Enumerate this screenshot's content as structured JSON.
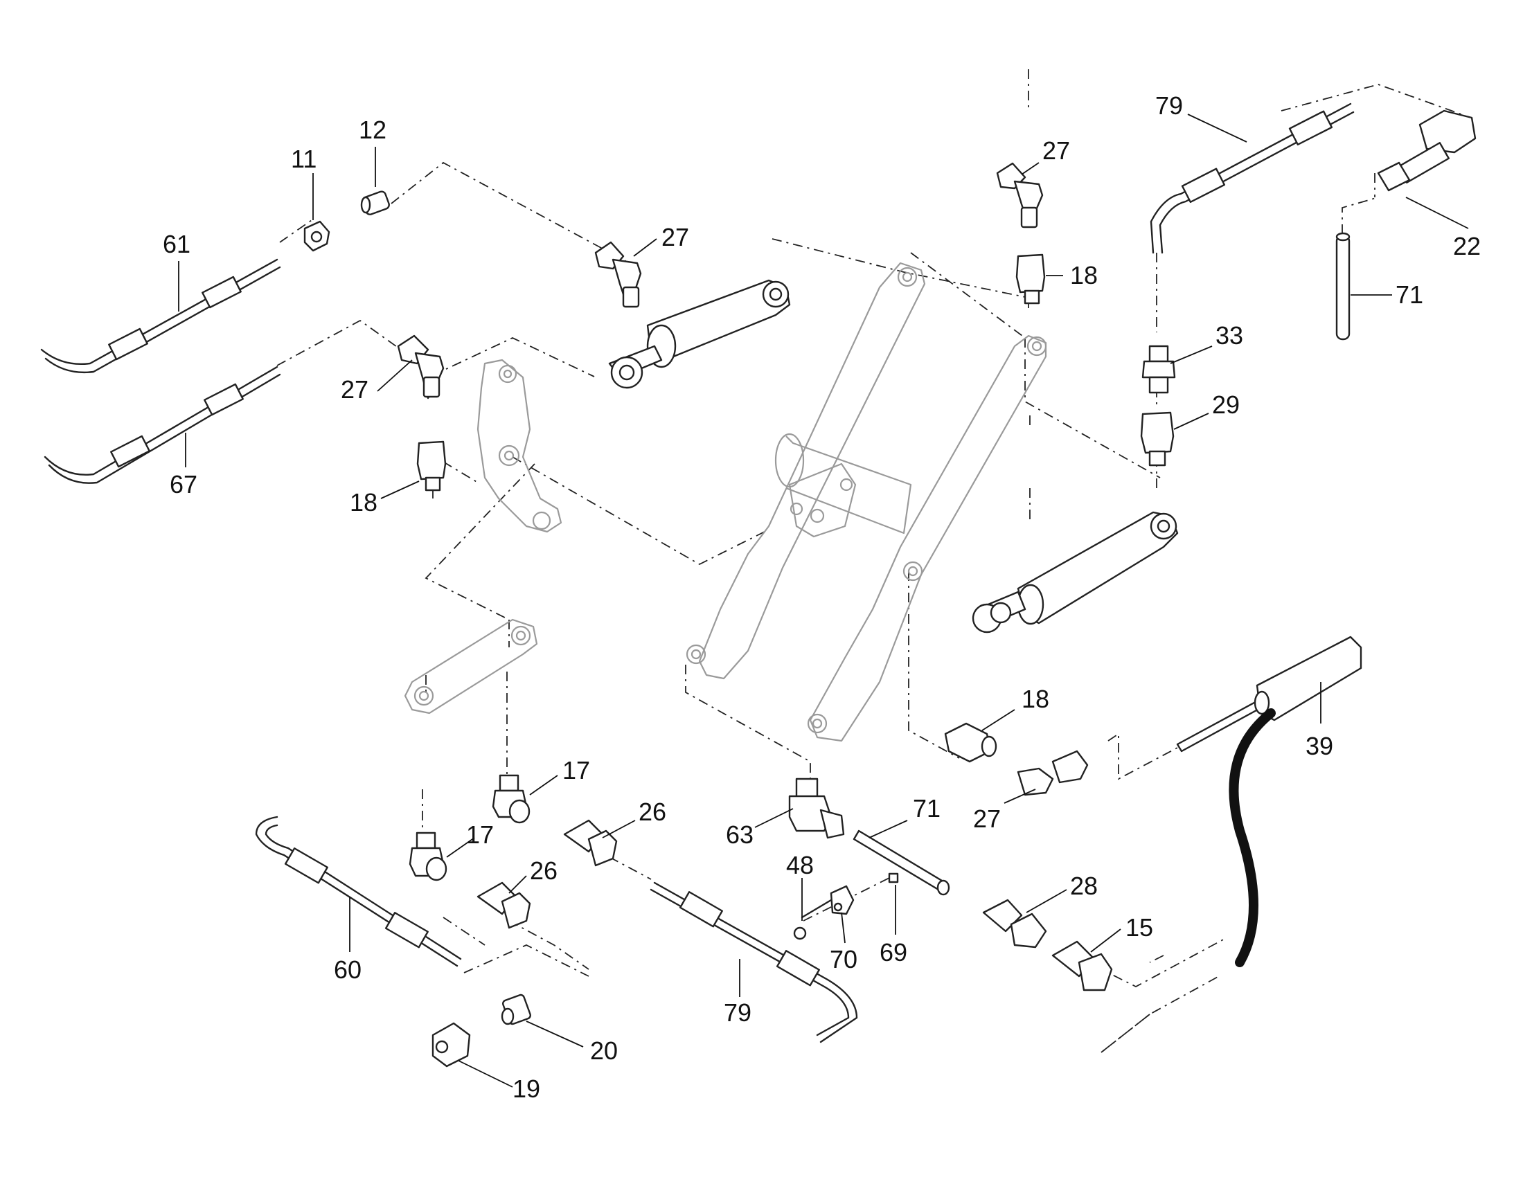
{
  "callouts": [
    {
      "id": "11",
      "text": "11"
    },
    {
      "id": "12",
      "text": "12"
    },
    {
      "id": "61",
      "text": "61"
    },
    {
      "id": "27a",
      "text": "27"
    },
    {
      "id": "27b",
      "text": "27"
    },
    {
      "id": "67",
      "text": "67"
    },
    {
      "id": "18a",
      "text": "18"
    },
    {
      "id": "27c",
      "text": "27"
    },
    {
      "id": "18b",
      "text": "18"
    },
    {
      "id": "79a",
      "text": "79"
    },
    {
      "id": "22",
      "text": "22"
    },
    {
      "id": "71a",
      "text": "71"
    },
    {
      "id": "33",
      "text": "33"
    },
    {
      "id": "29",
      "text": "29"
    },
    {
      "id": "18c",
      "text": "18"
    },
    {
      "id": "39",
      "text": "39"
    },
    {
      "id": "27d",
      "text": "27"
    },
    {
      "id": "17a",
      "text": "17"
    },
    {
      "id": "17b",
      "text": "17"
    },
    {
      "id": "26a",
      "text": "26"
    },
    {
      "id": "26b",
      "text": "26"
    },
    {
      "id": "63",
      "text": "63"
    },
    {
      "id": "71b",
      "text": "71"
    },
    {
      "id": "48",
      "text": "48"
    },
    {
      "id": "70",
      "text": "70"
    },
    {
      "id": "69",
      "text": "69"
    },
    {
      "id": "28",
      "text": "28"
    },
    {
      "id": "15",
      "text": "15"
    },
    {
      "id": "60",
      "text": "60"
    },
    {
      "id": "79b",
      "text": "79"
    },
    {
      "id": "20",
      "text": "20"
    },
    {
      "id": "19",
      "text": "19"
    }
  ],
  "colors": {
    "line": "#222222",
    "ghost": "#9a9a9a",
    "background": "#ffffff"
  }
}
